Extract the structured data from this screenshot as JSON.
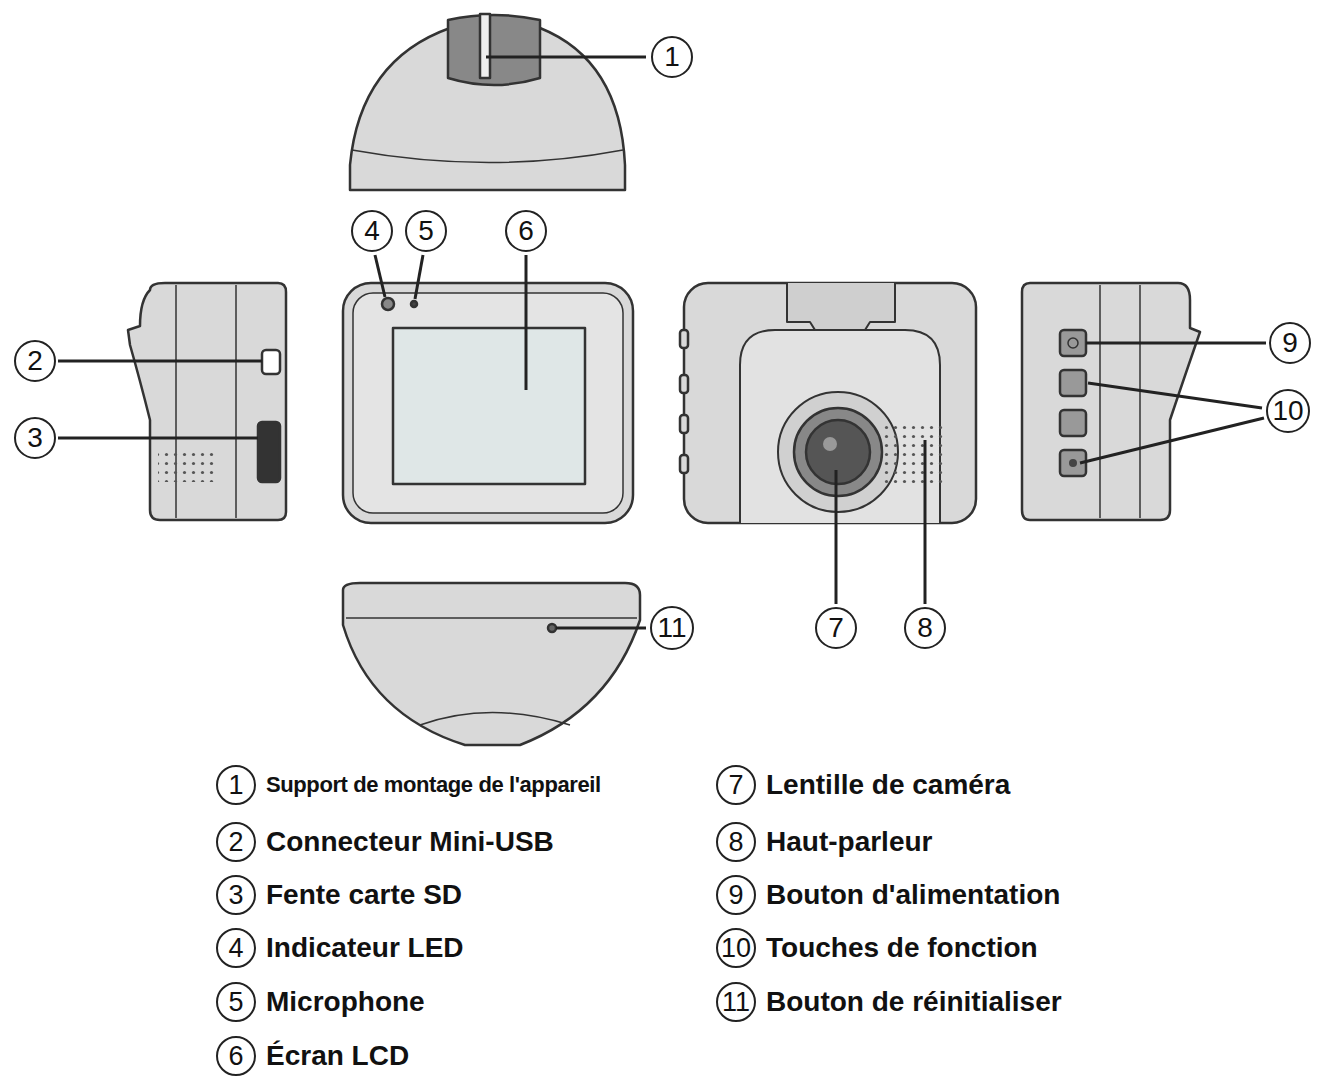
{
  "diagram": {
    "nodes": [
      {
        "text": [
          "1"
        ]
      },
      {
        "text": [
          "2"
        ]
      },
      {
        "text": [
          "3"
        ]
      },
      {
        "text": [
          "4"
        ]
      },
      {
        "text": [
          "5"
        ]
      },
      {
        "text": [
          "6"
        ]
      },
      {
        "text": [
          "9"
        ]
      },
      {
        "text": [
          "10"
        ]
      },
      {
        "text": [
          "11"
        ]
      },
      {
        "text": [
          "7"
        ]
      },
      {
        "text": [
          "8"
        ]
      },
      {
        "text": [
          "1",
          "Support de montage de l'appareil"
        ]
      },
      {
        "text": [
          "7",
          "Lentille de caméra"
        ]
      },
      {
        "text": [
          "2",
          "Connecteur Mini-USB"
        ]
      },
      {
        "text": [
          "8",
          "Haut-parleur"
        ]
      },
      {
        "text": [
          "3",
          "Fente carte SD"
        ]
      },
      {
        "text": [
          "9",
          "Bouton d'alimentation"
        ]
      },
      {
        "text": [
          "4",
          "Indicateur LED"
        ]
      },
      {
        "text": [
          "10",
          "Touches de fonction"
        ]
      },
      {
        "text": [
          "5",
          "Microphone"
        ]
      },
      {
        "text": [
          "11",
          "Bouton de réinitialiser"
        ]
      },
      {
        "text": [
          "6",
          "Écran LCD"
        ]
      }
    ]
  }
}
